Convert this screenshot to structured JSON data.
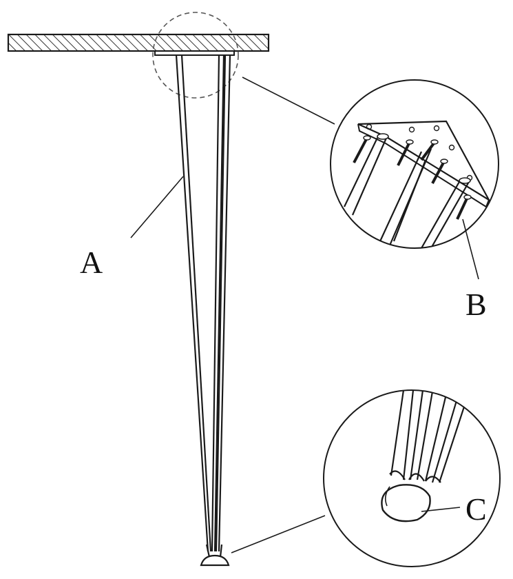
{
  "labels": {
    "leg": "A",
    "screws": "B",
    "foot_pad": "C"
  },
  "colors": {
    "line": "#1a1a1a",
    "hatch": "#333333",
    "background": "#ffffff"
  }
}
